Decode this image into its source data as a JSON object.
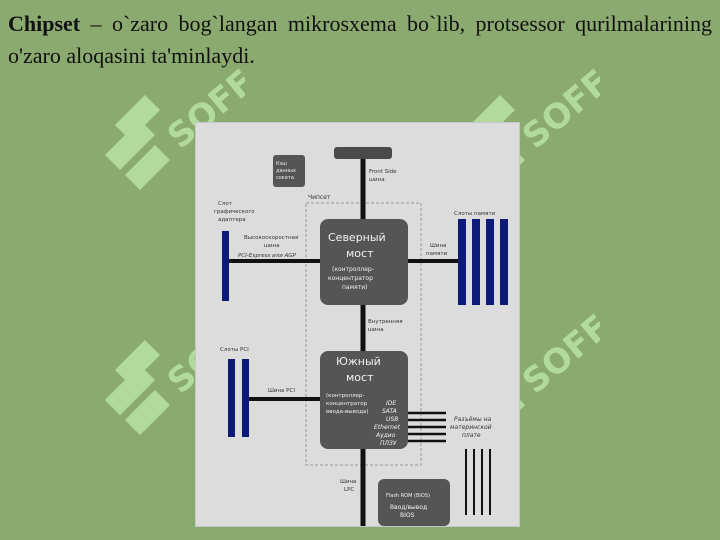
{
  "paragraph": {
    "term": "Chipset",
    "sentence": " – o`zaro bog`langan mikrosxema bo`lib, protsessor qurilmalarining o'zaro aloqasini ta'minlaydi."
  },
  "watermark": {
    "brand": "SOFF",
    "color": "#b8e3a4"
  },
  "diagram": {
    "top_left_box": "Кэш\nданных\nсокета",
    "front_side_bus": "Front Side\nшина",
    "chipset_label": "Чипсет",
    "graphics_slot": "Слот\nграфического\nадаптера",
    "high_speed_bus": "Высокоскоростная\nшина",
    "pcie_agp": "PCI-Express или AGP",
    "north_bridge": {
      "title": "Северный\nмост",
      "subtitle": "(контроллер-\nконцентратор\nпамяти)"
    },
    "memory_bus": "Шина\nпамяти",
    "memory_slots": "Слоты памяти",
    "internal_bus": "Внутренняя\nшина",
    "pci_slots": "Слоты PCI",
    "pci_bus": "Шина PCI",
    "south_bridge": {
      "title": "Южный\nмост",
      "subtitle": "(контроллер-\nконцентратор\nввода-вывода)"
    },
    "io_ports": [
      "IDE",
      "SATA",
      "USB",
      "Ethernet",
      "Аудио",
      "ПЛЗУ"
    ],
    "onboard_connectors": "Разъёмы на\nматеринской\nплате",
    "lpc_bus": "Шина\nLPC",
    "bios_box": "Flash ROM (BIOS)",
    "bios_caption": "Ввод/вывод\nBIOS",
    "colors": {
      "bus": "#111111",
      "bridge": "#555555",
      "slot": "#0d1a7a"
    }
  }
}
